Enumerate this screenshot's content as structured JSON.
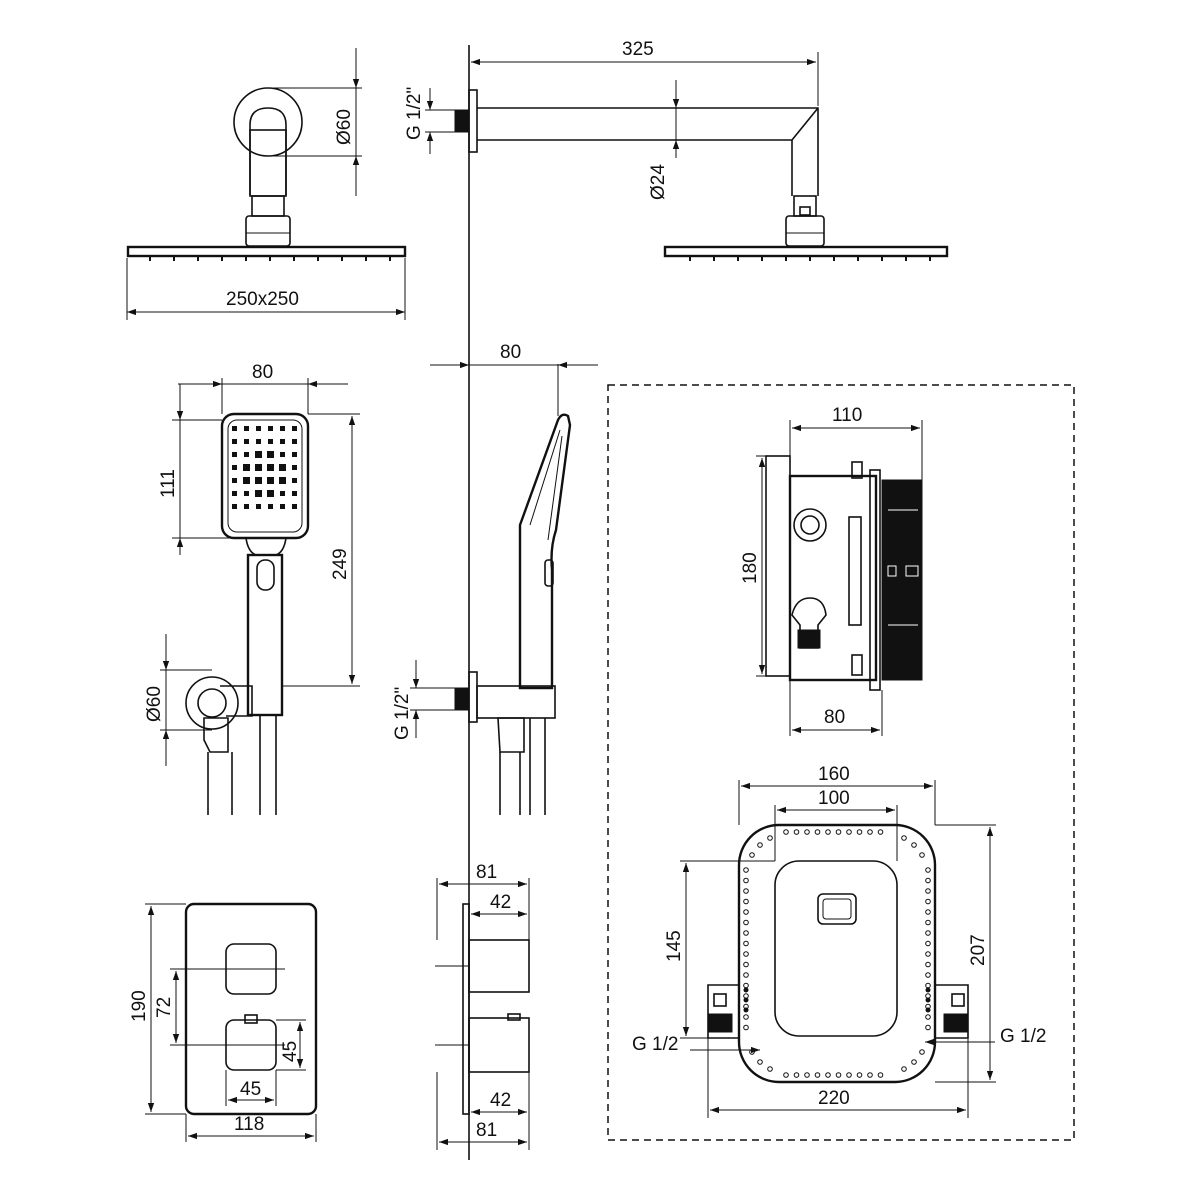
{
  "dimensions": {
    "head_width_250x250": "250x250",
    "arm_length_325": "325",
    "flange_diameter_60": "Ø60",
    "arm_thread_g12": "G 1/2\"",
    "arm_pipe_d24": "Ø24",
    "handshower_width_80": "80",
    "handshower_head_111": "111",
    "handshower_length_249": "249",
    "elbow_diameter_60": "Ø60",
    "wall_outlet_thread_g12": "G 1/2\"",
    "handshower_depth_80": "80",
    "valve_body_110": "110",
    "valve_body_180": "180",
    "valve_body_80": "80",
    "box_width_160": "160",
    "box_inner_100": "100",
    "box_height_145": "145",
    "box_height_207": "207",
    "box_left_thread_g12": "G 1/2",
    "box_right_thread_g12": "G 1/2",
    "box_width_220": "220",
    "plate_height_190": "190",
    "plate_axis_72": "72",
    "knob_height_45": "45",
    "knob_width_45": "45",
    "plate_width_118": "118",
    "side_depth_81_top": "81",
    "side_depth_42_top": "42",
    "side_depth_42_bottom": "42",
    "side_depth_81_bottom": "81"
  }
}
